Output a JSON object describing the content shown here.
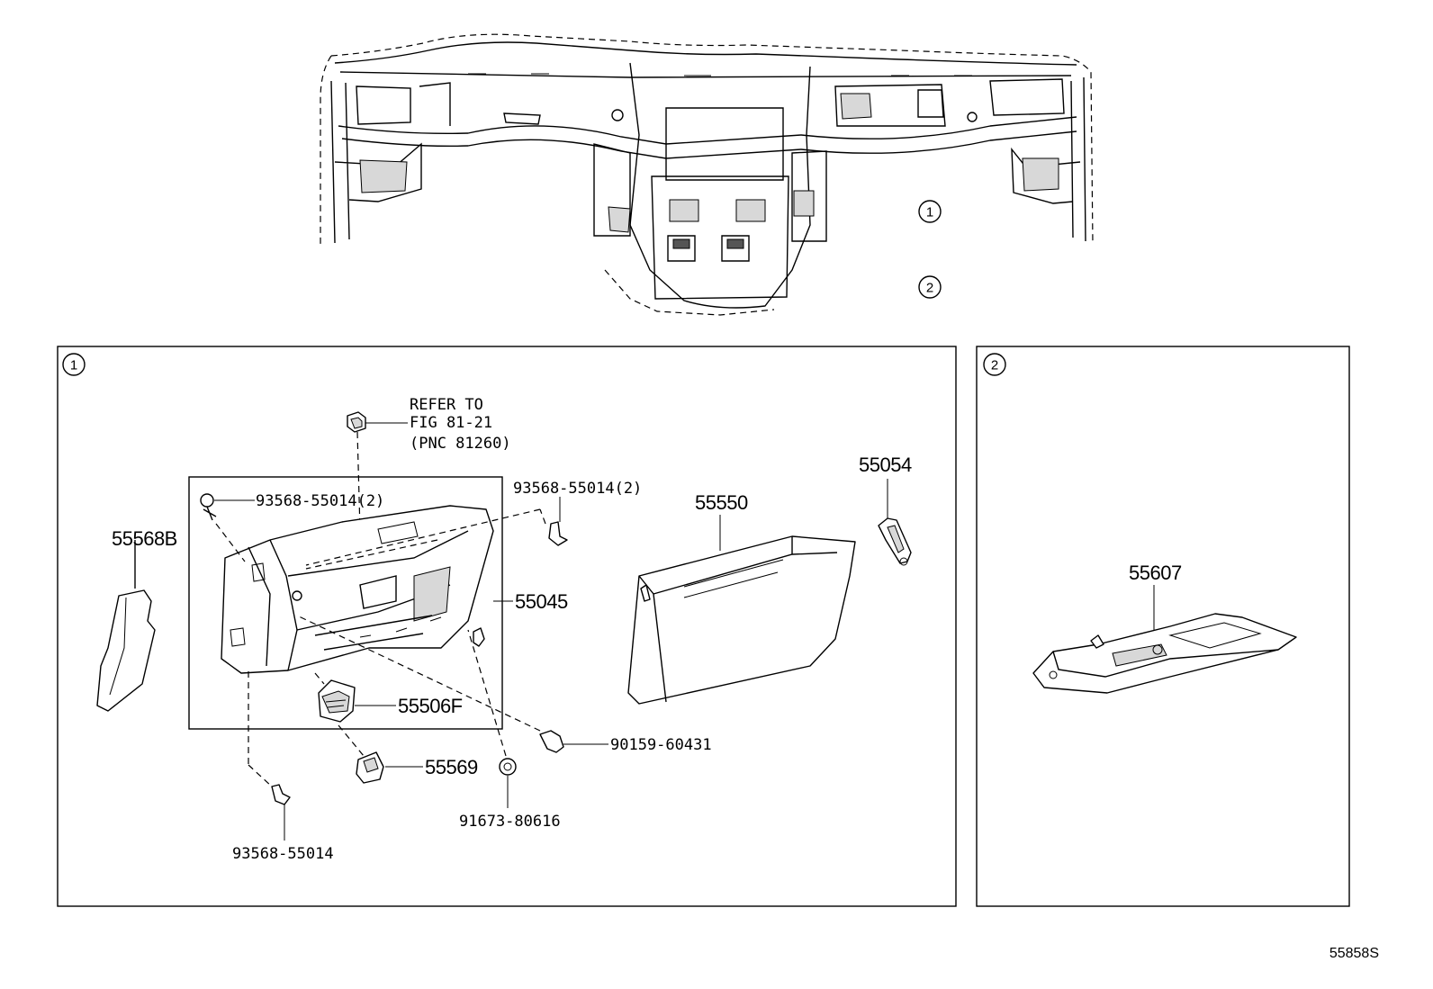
{
  "callouts": {
    "overview_1": "1",
    "overview_2": "2",
    "panel_1": "1",
    "panel_2": "2"
  },
  "refer_note": {
    "line1": "REFER TO",
    "line2": "FIG 81-21",
    "line3": "(PNC 81260)"
  },
  "parts": {
    "p55568B": "55568B",
    "p93568_55014_2_left": "93568-55014(2)",
    "p93568_55014_2_right": "93568-55014(2)",
    "p55045": "55045",
    "p55506F": "55506F",
    "p55569": "55569",
    "p90159_60431": "90159-60431",
    "p91673_80616": "91673-80616",
    "p93568_55014": "93568-55014",
    "p55550": "55550",
    "p55054": "55054",
    "p55607": "55607"
  },
  "figure_code": "55858S"
}
